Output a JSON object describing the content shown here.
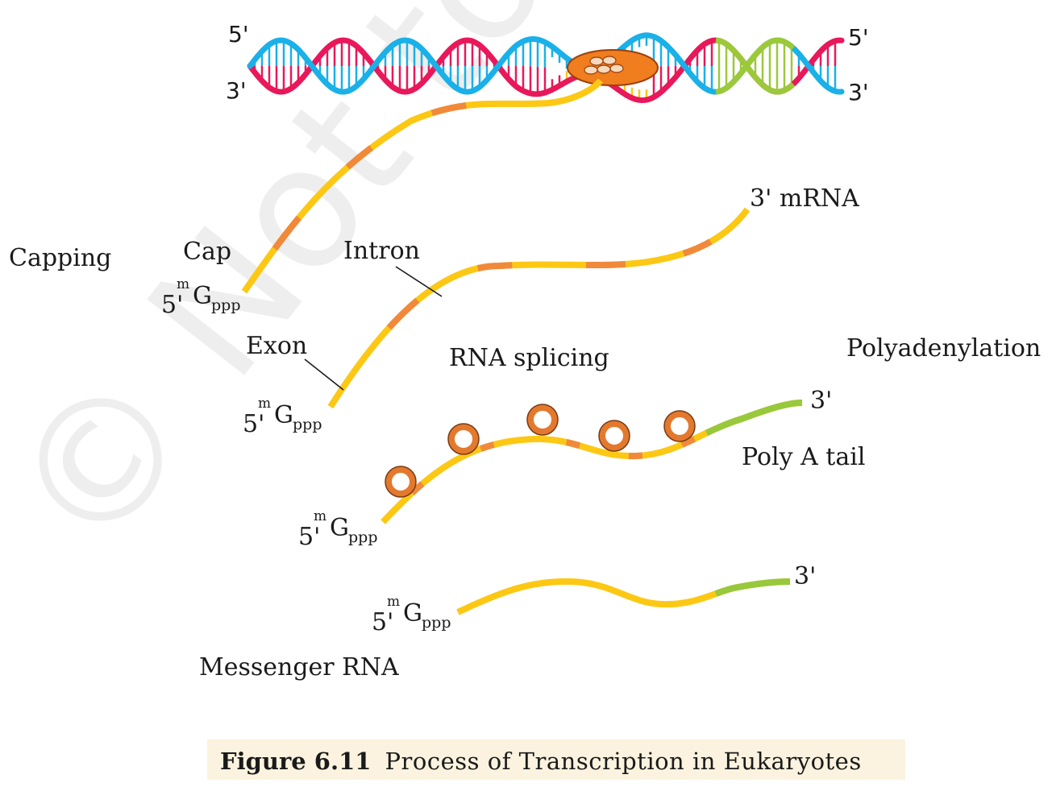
{
  "colors": {
    "strand_blue": "#1ab0e8",
    "strand_red": "#e8185a",
    "strand_green": "#9cc93a",
    "rna_yellow": "#fcc814",
    "intron_orange": "#f08a3a",
    "polymerase": "#f07d1e",
    "polya_green": "#98c83c",
    "caption_bg": "#fbf3df"
  },
  "dna": {
    "left_top_end": "5'",
    "left_bottom_end": "3'",
    "right_top_end": "5'",
    "right_bottom_end": "3'"
  },
  "step_labels": {
    "capping": "Capping",
    "rna_splicing": "RNA splicing",
    "polyadenylation": "Polyadenylation"
  },
  "part_labels": {
    "cap": "Cap",
    "intron": "Intron",
    "exon": "Exon",
    "mrna_end": "3'  mRNA",
    "poly_a_tail": "Poly A tail",
    "messenger_rna": "Messenger RNA",
    "end_3": "3'"
  },
  "cap_notation": {
    "prime5": "5'",
    "sup": "m",
    "base": "G",
    "sub": "ppp"
  },
  "watermark": "© Not to be republished",
  "caption": {
    "bold": "Figure 6.11",
    "text": "Process of Transcription in Eukaryotes"
  }
}
